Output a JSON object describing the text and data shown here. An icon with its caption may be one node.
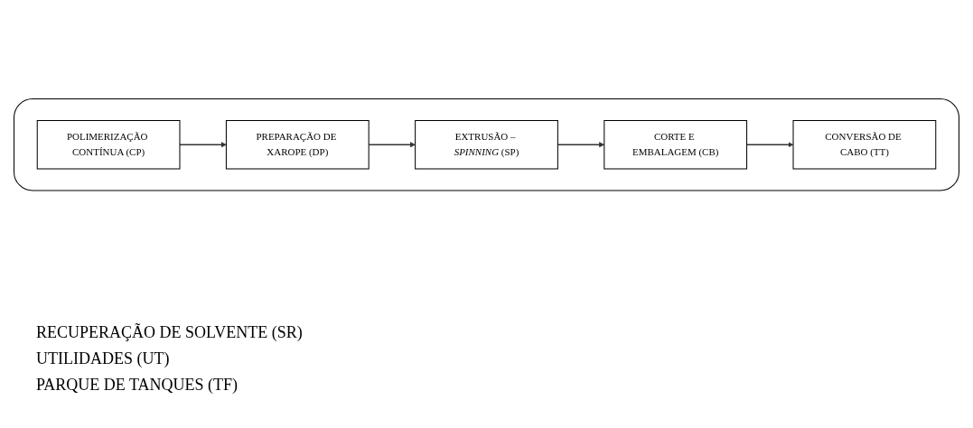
{
  "diagram": {
    "nodes": [
      {
        "text": [],
        "shape": "box"
      },
      {
        "text": [
          "POLIMERIZAÇÃO CONTÍNUA (CP)"
        ],
        "in": 0
      },
      {
        "text": [
          "PREPARAÇÃO DE XAROPE (DP)"
        ],
        "in": 0
      },
      {
        "text": [
          "EXTRUSÃO – *SPINNING* (SP)"
        ],
        "in": 0
      },
      {
        "text": [
          "CORTE E EMBALAGEM (CB)"
        ],
        "in": 0
      },
      {
        "text": [
          "CONVERSÃO DE CABO (TT)"
        ],
        "in": 0
      }
    ],
    "edges": [
      {
        "from": 1,
        "to": 2,
        "arrow": "to"
      },
      {
        "from": 2,
        "to": 3,
        "arrow": "to"
      },
      {
        "from": 3,
        "to": 4,
        "arrow": "to"
      },
      {
        "from": 4,
        "to": 5,
        "arrow": "to"
      }
    ],
    "labels": [
      "RECUPERAÇÃO DE SOLVENTE (SR)",
      "UTILIDADES (UT)",
      "PARQUE DE TANQUES (TF)"
    ]
  }
}
